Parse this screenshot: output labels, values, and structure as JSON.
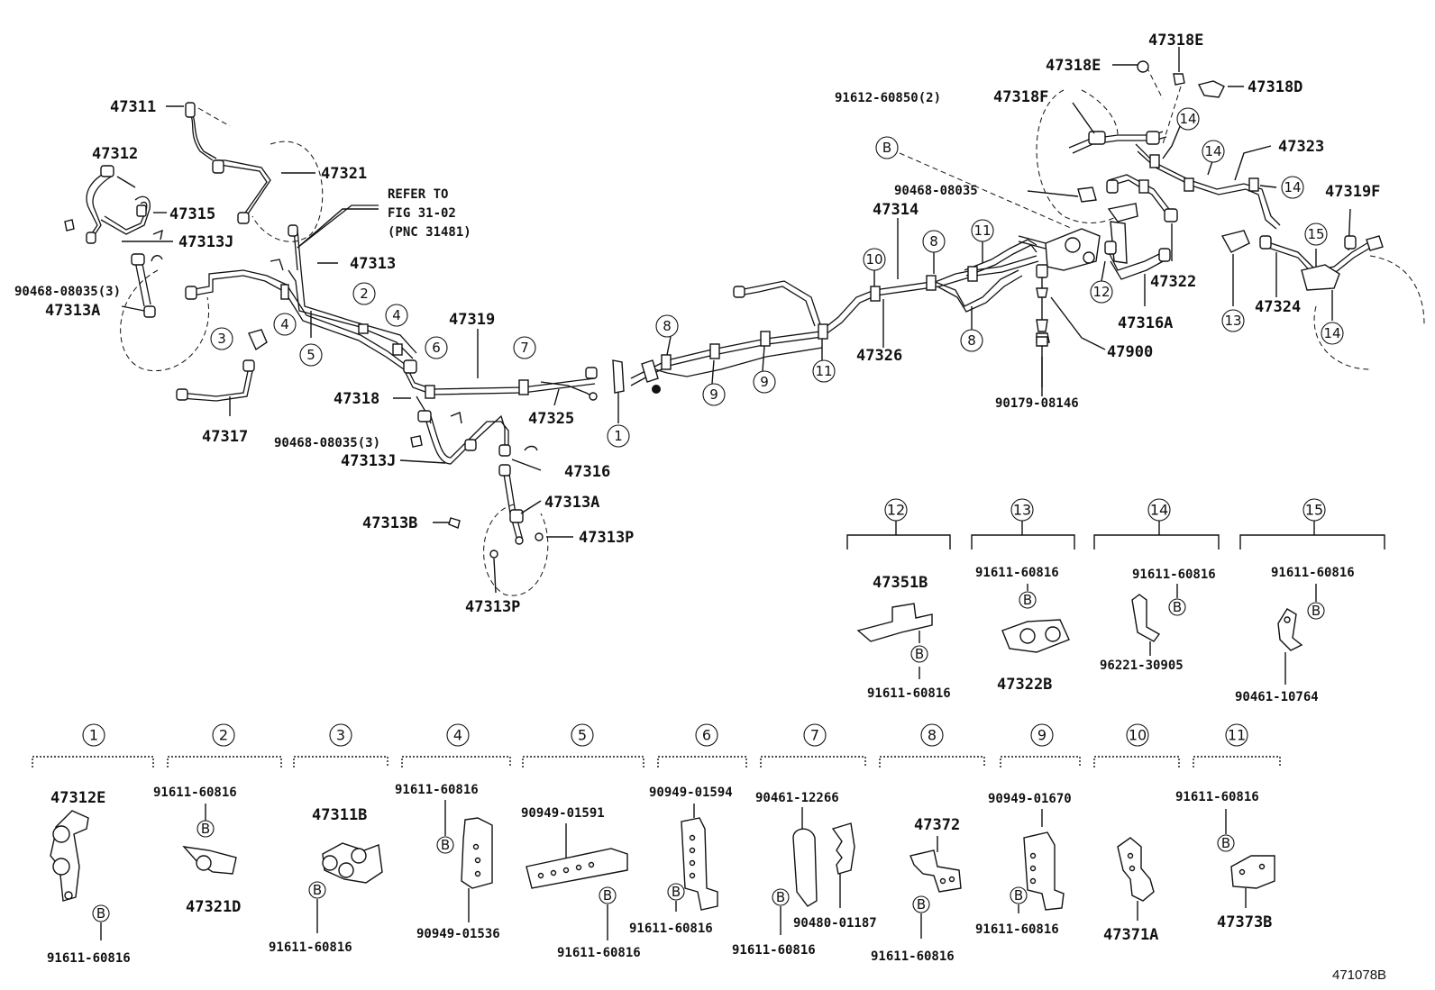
{
  "diagram": {
    "code": "471078B",
    "refer_note": [
      "REFER TO",
      "FIG 31-02",
      "(PNC 31481)"
    ],
    "part_labels": [
      "47311",
      "47312",
      "47315",
      "47313J",
      "47321",
      "90468-08035(3)",
      "47313A",
      "47313",
      "47319",
      "47318",
      "47317",
      "47325",
      "90468-08035(3)",
      "47313J",
      "47316",
      "47313A",
      "47313B",
      "47313P",
      "47313P",
      "91612-60850(2)",
      "90468-08035",
      "47314",
      "47326",
      "47900",
      "90179-08146",
      "47318E",
      "47318E",
      "47318D",
      "47318F",
      "47323",
      "47319F",
      "47322",
      "47316A",
      "47324"
    ],
    "callouts": [
      "1",
      "2",
      "3",
      "4",
      "4",
      "5",
      "6",
      "7",
      "8",
      "8",
      "8",
      "9",
      "9",
      "10",
      "11",
      "11",
      "12",
      "13",
      "14",
      "14",
      "14",
      "14",
      "14",
      "15"
    ],
    "bolt_symbol": "B",
    "detail_groups": [
      {
        "num": "12",
        "parts": [
          "47351B",
          "91611-60816"
        ]
      },
      {
        "num": "13",
        "parts": [
          "91611-60816",
          "47322B"
        ]
      },
      {
        "num": "14",
        "parts": [
          "91611-60816",
          "96221-30905"
        ]
      },
      {
        "num": "15",
        "parts": [
          "91611-60816",
          "90461-10764"
        ]
      },
      {
        "num": "1",
        "parts": [
          "47312E",
          "91611-60816"
        ]
      },
      {
        "num": "2",
        "parts": [
          "91611-60816",
          "47321D"
        ]
      },
      {
        "num": "3",
        "parts": [
          "47311B",
          "91611-60816"
        ]
      },
      {
        "num": "4",
        "parts": [
          "91611-60816",
          "90949-01536"
        ]
      },
      {
        "num": "5",
        "parts": [
          "90949-01591",
          "91611-60816"
        ]
      },
      {
        "num": "6",
        "parts": [
          "90949-01594",
          "91611-60816"
        ]
      },
      {
        "num": "7",
        "parts": [
          "90461-12266",
          "91611-60816",
          "90480-01187"
        ]
      },
      {
        "num": "8",
        "parts": [
          "47372",
          "91611-60816"
        ]
      },
      {
        "num": "9",
        "parts": [
          "90949-01670",
          "91611-60816"
        ]
      },
      {
        "num": "10",
        "parts": [
          "47371A"
        ]
      },
      {
        "num": "11",
        "parts": [
          "91611-60816",
          "47373B"
        ]
      }
    ]
  }
}
